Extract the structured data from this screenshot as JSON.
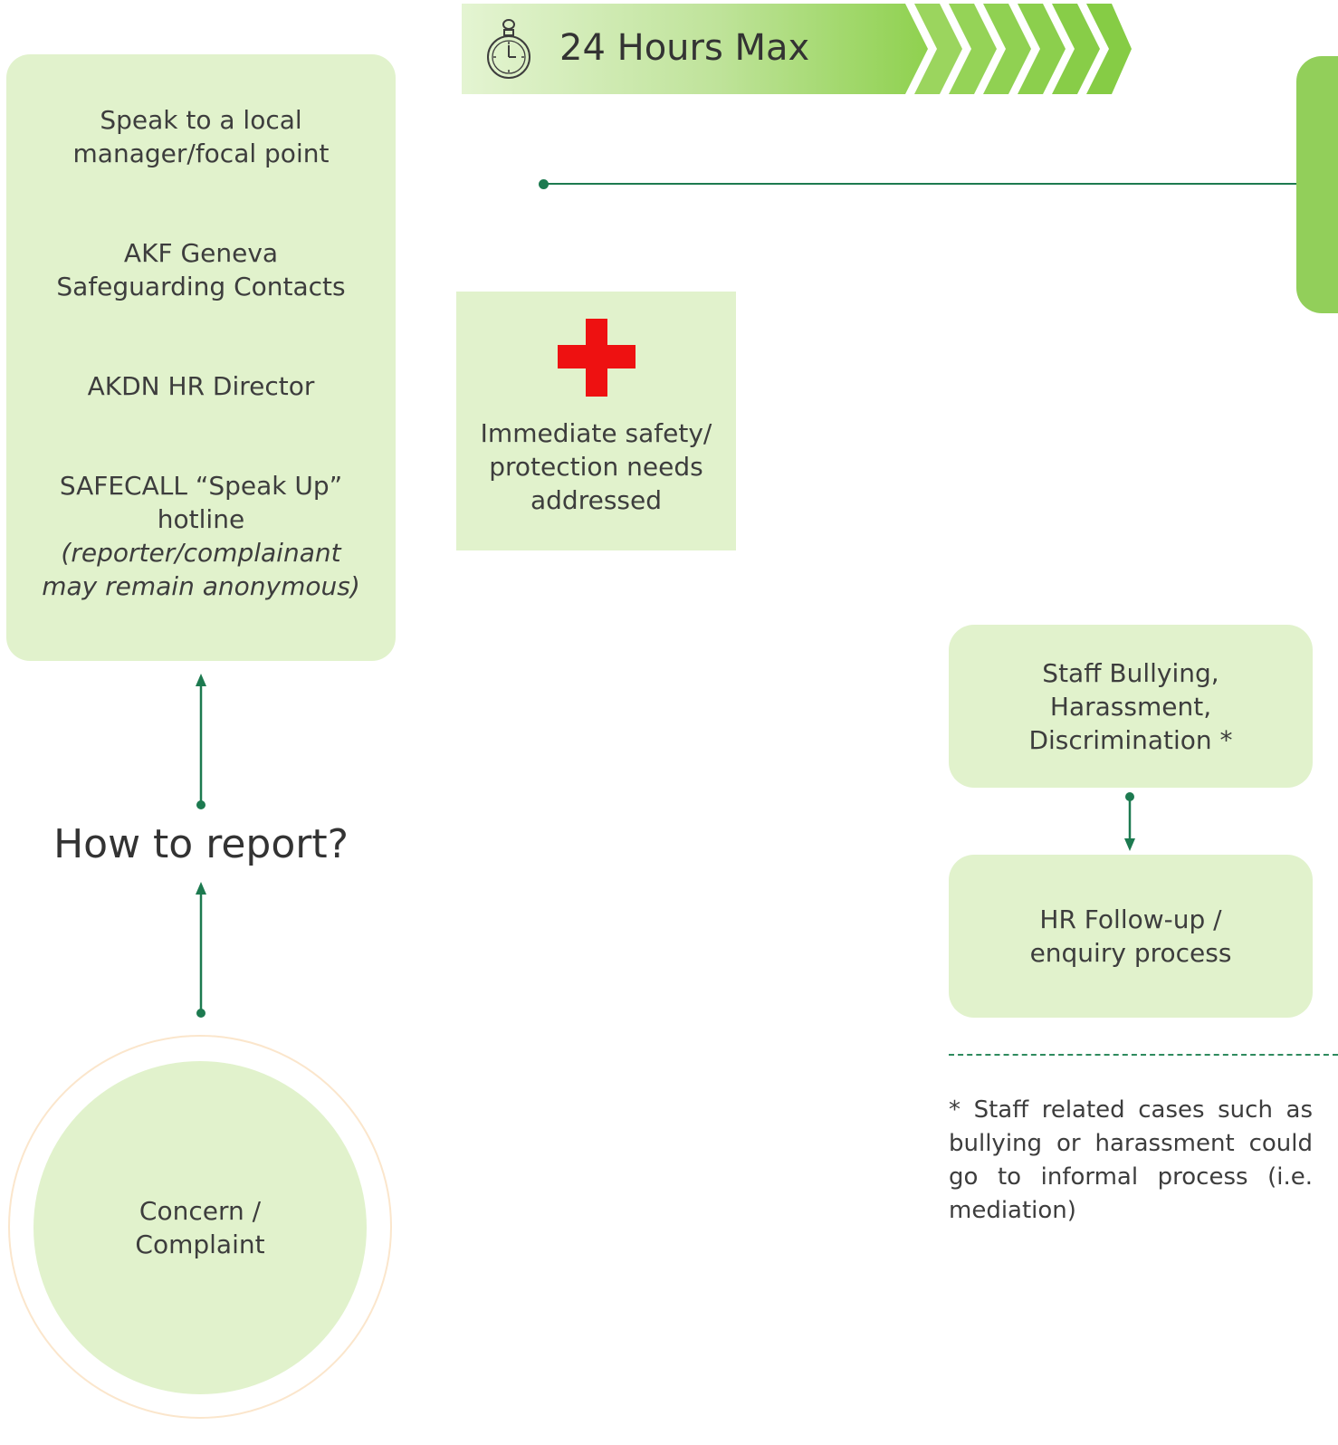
{
  "timer_banner": {
    "label": "24 Hours Max"
  },
  "report_channels": {
    "items": [
      {
        "label": "Speak to a local manager/focal point"
      },
      {
        "label": "AKF Geneva Safeguarding Contacts"
      },
      {
        "label": "AKDN HR Director"
      },
      {
        "label": "SAFECALL “Speak Up” hotline",
        "note": "(reporter/complainant may remain anonymous)"
      }
    ]
  },
  "how_to_report": {
    "label": "How to report?"
  },
  "concern": {
    "label": "Concern / Complaint"
  },
  "safety": {
    "label": "Immediate safety/ protection needs addressed"
  },
  "staff_issue": {
    "label": "Staff Bullying, Harassment, Discrimination *"
  },
  "hr_followup": {
    "label": "HR Follow-up / enquiry process"
  },
  "footnote": {
    "text": "* Staff related cases such as bullying or harassment could go to informal process (i.e. mediation)"
  },
  "colors": {
    "box_fill": "#e1f2cc",
    "line": "#1d7a50",
    "banner_green": "#8fd14f",
    "cross": "#ee1111",
    "ring": "#fbe6cc"
  }
}
